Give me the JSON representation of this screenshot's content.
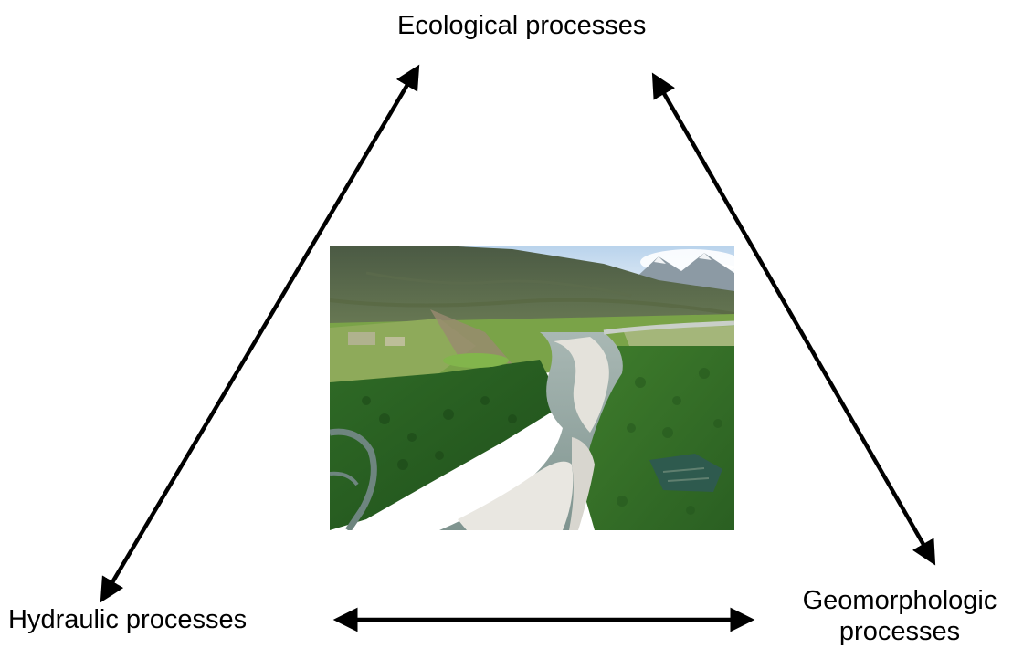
{
  "nodes": {
    "ecological": "Ecological processes",
    "hydraulic": "Hydraulic processes",
    "geomorphologic": "Geomorphologic processes"
  },
  "edges": [
    {
      "from": "hydraulic",
      "to": "ecological",
      "direction": "bidirectional"
    },
    {
      "from": "ecological",
      "to": "geomorphologic",
      "direction": "bidirectional"
    },
    {
      "from": "hydraulic",
      "to": "geomorphologic",
      "direction": "bidirectional"
    }
  ],
  "photo": {
    "subject": "aerial view of a braided river with gravel bars, forest and mountains"
  },
  "colors": {
    "arrow": "#000000",
    "text": "#000000",
    "background": "#ffffff"
  }
}
